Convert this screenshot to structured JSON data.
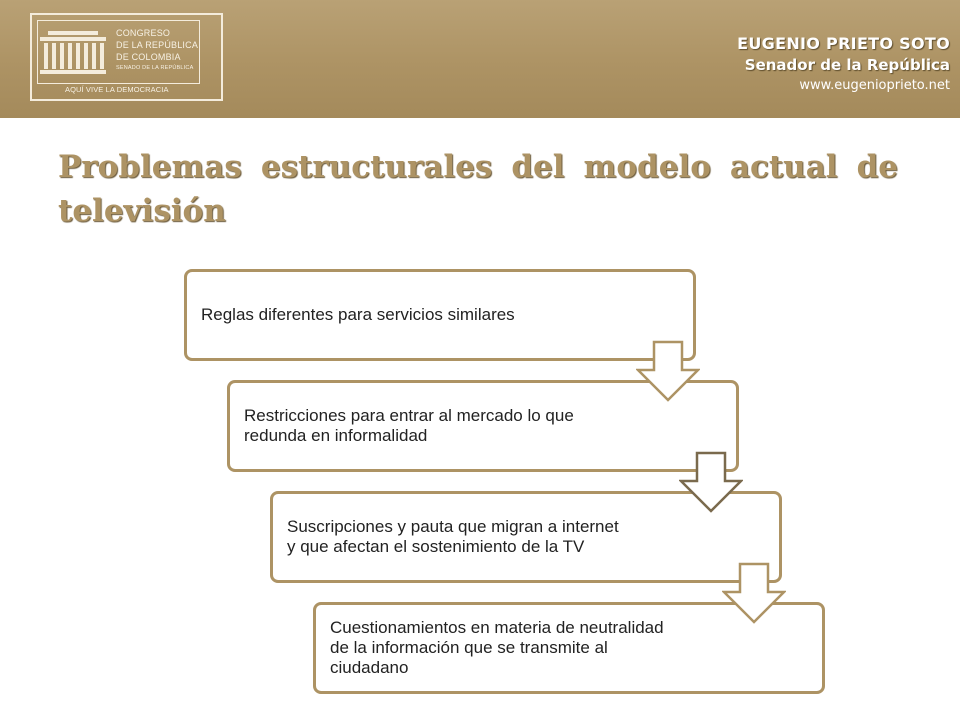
{
  "header": {
    "logo": {
      "line1": "CONGRESO",
      "line2": "DE LA REPÚBLICA",
      "line3": "DE COLOMBIA",
      "line4": "SENADO DE LA REPÚBLICA",
      "tagline": "AQUÍ VIVE LA DEMOCRACIA"
    },
    "senator_name": "EUGENIO PRIETO SOTO",
    "senator_role": "Senador de la República",
    "website": "www.eugenioprieto.net"
  },
  "title": "Problemas estructurales del modelo actual de televisión",
  "steps": [
    {
      "text": "Reglas diferentes para servicios similares"
    },
    {
      "text": "Restricciones para entrar al mercado lo que redunda en informalidad"
    },
    {
      "text": "Suscripciones y pauta que migran a internet y que afectan el sostenimiento de la TV"
    },
    {
      "text": "Cuestionamientos en materia de neutralidad de la información que se transmite al ciudadano"
    }
  ],
  "colors": {
    "accent": "#ad9364",
    "arrow_fill": "#ffffff",
    "text": "#222222"
  },
  "icons": [
    "building-logo-icon",
    "down-arrow-icon"
  ]
}
